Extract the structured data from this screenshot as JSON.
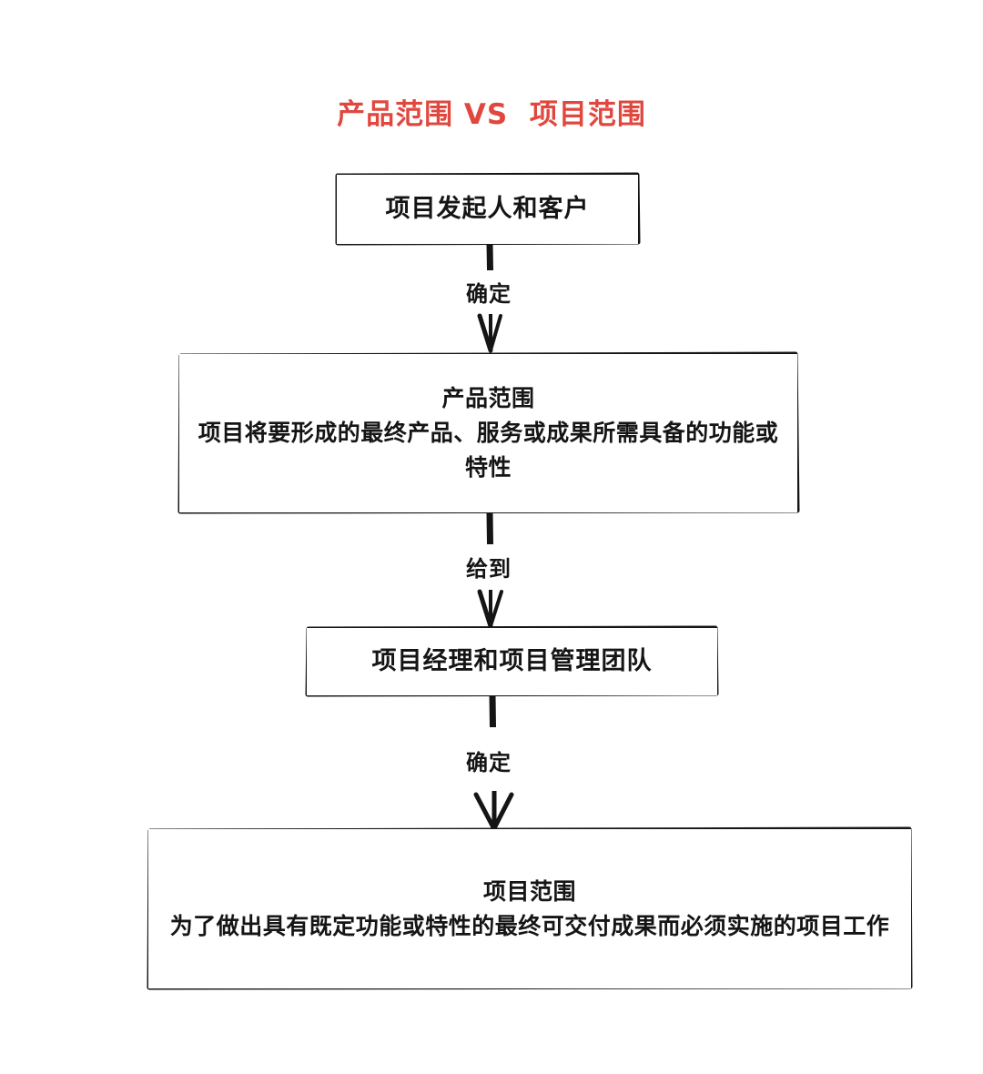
{
  "title": "产品范围 VS  项目范围",
  "title_color": "#e0483f",
  "stroke_color": "#151515",
  "background_color": "#ffffff",
  "diagram": {
    "type": "flowchart",
    "orientation": "top-to-bottom",
    "nodes": [
      {
        "id": "sponsor",
        "shape": "rectangle",
        "title": "项目发起人和客户",
        "body": ""
      },
      {
        "id": "product-scope",
        "shape": "rectangle",
        "title": "产品范围",
        "body": "项目将要形成的最终产品、服务或成果所需具备的功能或特性"
      },
      {
        "id": "manager",
        "shape": "rectangle",
        "title": "项目经理和项目管理团队",
        "body": ""
      },
      {
        "id": "project-scope",
        "shape": "rectangle",
        "title": "项目范围",
        "body": "为了做出具有既定功能或特性的最终可交付成果而必须实施的项目工作"
      }
    ],
    "edges": [
      {
        "id": "edge-1",
        "from": "sponsor",
        "to": "product-scope",
        "label": "确定"
      },
      {
        "id": "edge-2",
        "from": "product-scope",
        "to": "manager",
        "label": "给到"
      },
      {
        "id": "edge-3",
        "from": "manager",
        "to": "project-scope",
        "label": "确定"
      }
    ]
  }
}
